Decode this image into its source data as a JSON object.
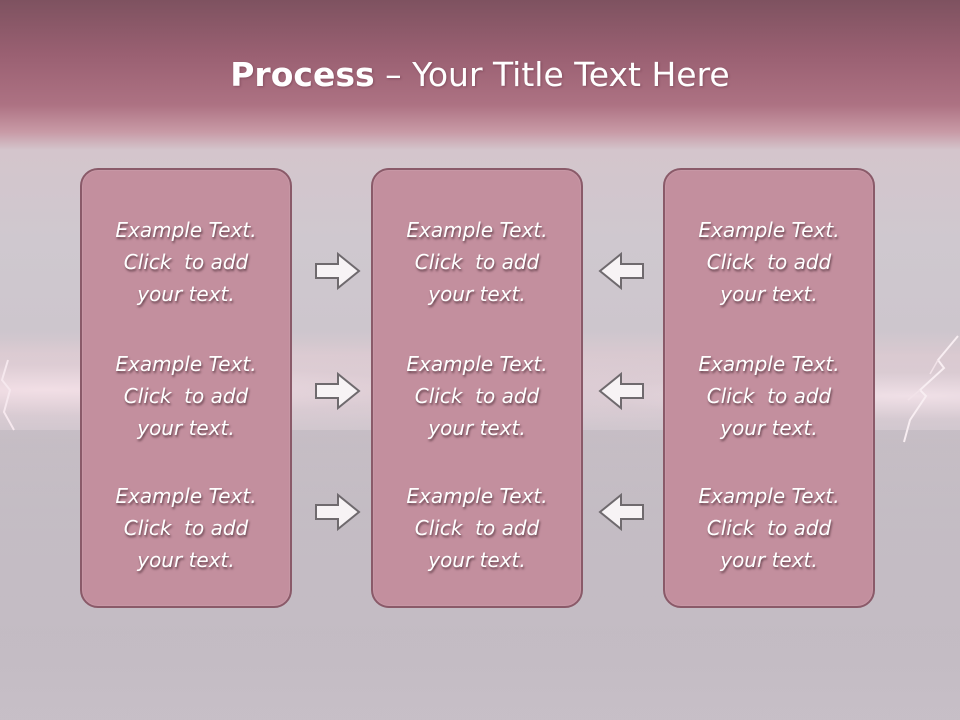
{
  "title": {
    "bold": "Process",
    "rest": " – Your Title Text Here"
  },
  "colors": {
    "header": "#9a6072",
    "box_fill": "#c38f9e",
    "box_border": "#8a5a69",
    "text": "#ffffff"
  },
  "columns": [
    {
      "cells": [
        {
          "line1": "Example Text.",
          "line2": "Click  to add",
          "line3": "your text."
        },
        {
          "line1": "Example Text.",
          "line2": "Click  to add",
          "line3": "your text."
        },
        {
          "line1": "Example Text.",
          "line2": "Click  to add",
          "line3": "your text."
        }
      ]
    },
    {
      "cells": [
        {
          "line1": "Example Text.",
          "line2": "Click  to add",
          "line3": "your text."
        },
        {
          "line1": "Example Text.",
          "line2": "Click  to add",
          "line3": "your text."
        },
        {
          "line1": "Example Text.",
          "line2": "Click  to add",
          "line3": "your text."
        }
      ]
    },
    {
      "cells": [
        {
          "line1": "Example Text.",
          "line2": "Click  to add",
          "line3": "your text."
        },
        {
          "line1": "Example Text.",
          "line2": "Click  to add",
          "line3": "your text."
        },
        {
          "line1": "Example Text.",
          "line2": "Click  to add",
          "line3": "your text."
        }
      ]
    }
  ],
  "arrows": {
    "left_side": "right-arrow-icon",
    "right_side": "left-arrow-icon"
  }
}
